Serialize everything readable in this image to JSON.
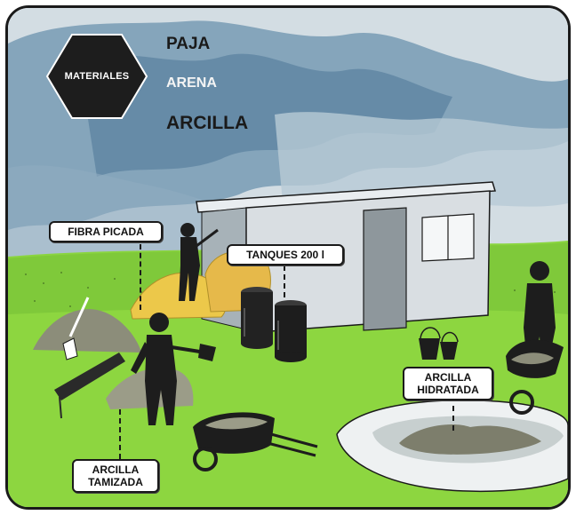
{
  "badge": {
    "label": "MATERIALES"
  },
  "materials": [
    "PAJA",
    "ARENA",
    "ARCILLA"
  ],
  "labels": {
    "fibra_picada": "FIBRA PICADA",
    "tanques": "TANQUES 200 l",
    "arcilla_hidratada": [
      "ARCILLA",
      "HIDRATADA"
    ],
    "arcilla_tamizada": [
      "ARCILLA",
      "TAMIZADA"
    ]
  },
  "colors": {
    "sky": "#c9d6dd",
    "cloud": "#5f88a6",
    "grass": "#86d43c",
    "ink": "#1a1a1a",
    "straw": "#ecc84a",
    "clay": "#8c8d7a"
  },
  "icons": [
    "hexagon-badge",
    "shed",
    "barrels",
    "buckets",
    "wheelbarrow",
    "sieve",
    "shovel",
    "worker-silhouette",
    "clay-pit"
  ]
}
